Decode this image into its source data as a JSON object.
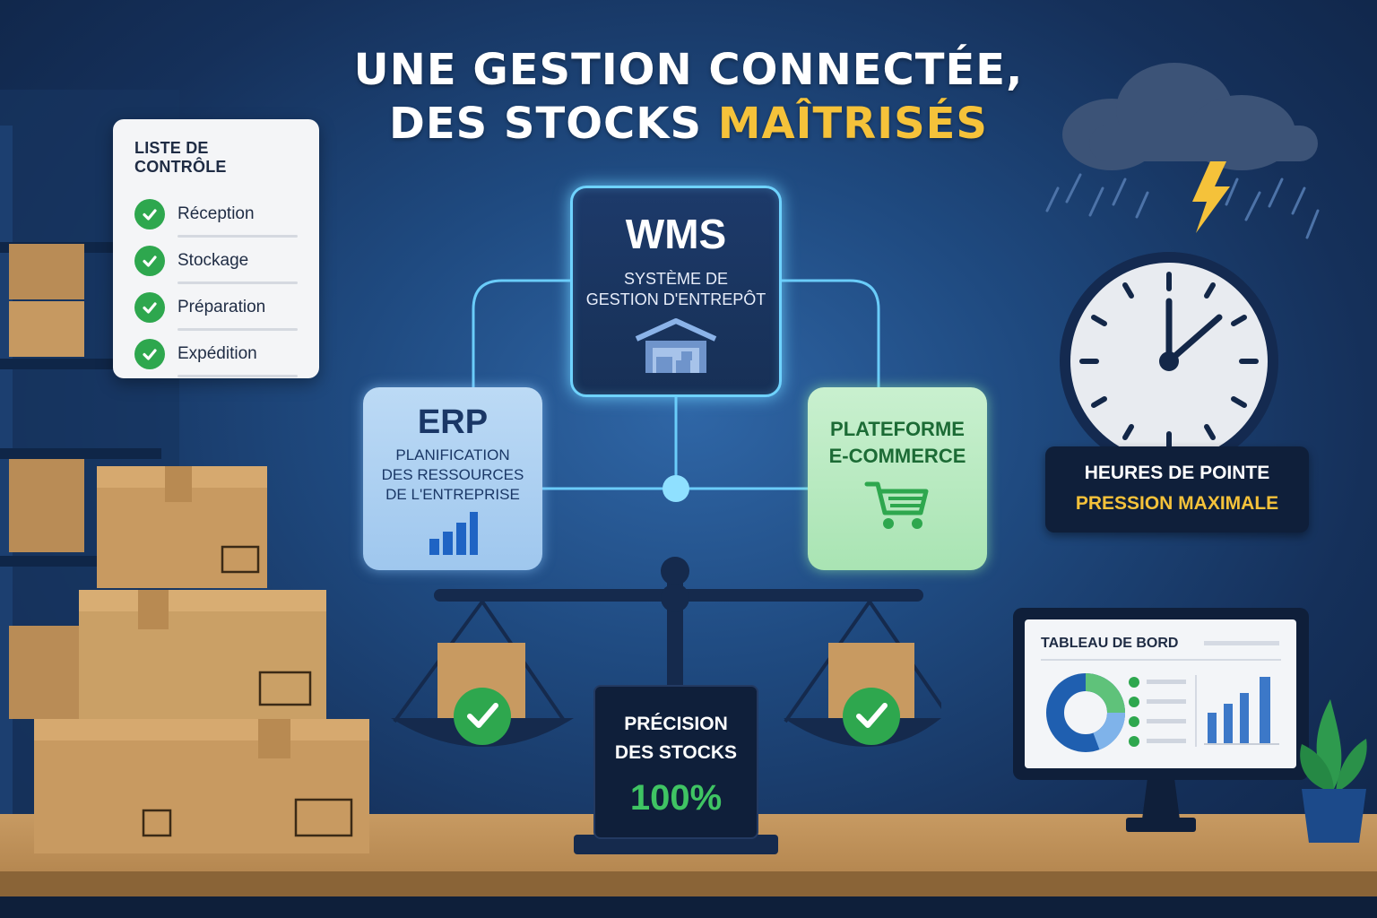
{
  "title": {
    "line1": "UNE GESTION CONNECTÉE,",
    "line2_plain": "DES STOCKS ",
    "line2_accent": "MAÎTRISÉS"
  },
  "checklist": {
    "heading": "LISTE DE CONTRÔLE",
    "items": [
      {
        "label": "Réception",
        "checked": true
      },
      {
        "label": "Stockage",
        "checked": true
      },
      {
        "label": "Préparation",
        "checked": true
      },
      {
        "label": "Expédition",
        "checked": true
      }
    ]
  },
  "wms": {
    "name": "WMS",
    "desc_line1": "SYSTÈME DE",
    "desc_line2": "GESTION D'ENTREPÔT",
    "icon": "warehouse-icon"
  },
  "erp": {
    "name": "ERP",
    "desc_line1": "PLANIFICATION",
    "desc_line2": "DES RESSOURCES",
    "desc_line3": "DE L'ENTREPRISE",
    "icon": "bar-chart-icon"
  },
  "ecommerce": {
    "desc_line1": "PLATEFORME",
    "desc_line2": "E-COMMERCE",
    "icon": "shopping-cart-icon"
  },
  "peak": {
    "line1": "HEURES DE POINTE",
    "line2": "PRESSION MAXIMALE"
  },
  "precision": {
    "line1": "PRÉCISION",
    "line2": "DES STOCKS",
    "value": "100%"
  },
  "dashboard": {
    "title": "TABLEAU DE BORD"
  },
  "colors": {
    "accent": "#f5c23a",
    "glow": "#6fd3ff",
    "success": "#2ea74e",
    "navy": "#0f1f3a"
  }
}
